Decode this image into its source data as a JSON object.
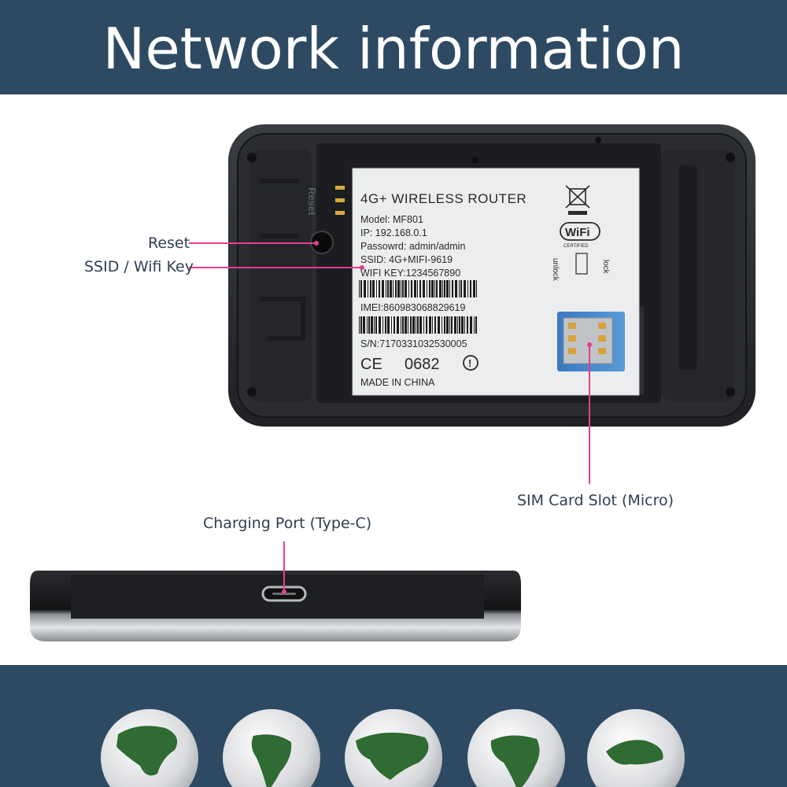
{
  "header": {
    "title": "Network information"
  },
  "callouts": {
    "reset": "Reset",
    "ssid": "SSID / Wifi Key",
    "sim": "SIM Card Slot (Micro)",
    "charging": "Charging Port (Type-C)"
  },
  "sticker": {
    "brand": "4G+ WIRELESS ROUTER",
    "model": "Model: MF801",
    "ip": "IP: 192.168.0.1",
    "password": "Passowrd: admin/admin",
    "ssid": "SSID: 4G+MIFI-9619",
    "wifikey": "WIFI KEY:1234567890",
    "imei": "IMEI:860983068829619",
    "sn": "S/N:7170331032530005",
    "ce": "CE",
    "cert": "0682",
    "alert": "!",
    "origin": "MADE IN CHINA",
    "wifi_logo": "WiFi",
    "wifi_cert": "CERTIFIED",
    "unlock": "unlock",
    "lock": "lock"
  },
  "device": {
    "reset_engraving": "Reset"
  },
  "colors": {
    "accent": "#e83e8c",
    "banner": "#2e4a63",
    "label_text": "#2e3f52"
  }
}
